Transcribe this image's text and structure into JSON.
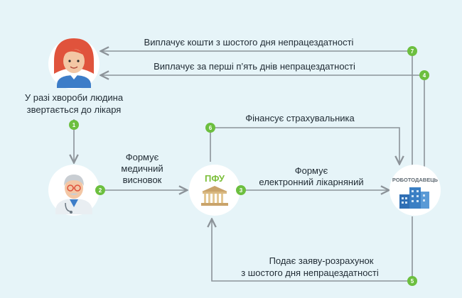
{
  "colors": {
    "background": "#e6f4f8",
    "arrow": "#8c9399",
    "step_badge": "#6cbf3f",
    "node_circle": "#ffffff",
    "pfu_text": "#7cbf3a",
    "building": "#3a7fc4"
  },
  "person": {
    "caption_line1": "У разі хвороби людина",
    "caption_line2": "звертається до лікаря"
  },
  "pfu": {
    "label": "ПФУ"
  },
  "employer": {
    "label": "РОБОТОДАВЕЦЬ"
  },
  "steps": {
    "s1": {
      "number": "1"
    },
    "s2": {
      "number": "2",
      "line1": "Формує",
      "line2": "медичний",
      "line3": "висновок"
    },
    "s3": {
      "number": "3",
      "line1": "Формує",
      "line2": "електронний лікарняний"
    },
    "s4": {
      "number": "4",
      "line1": "Виплачує за перші п’ять днів непрацездатності"
    },
    "s5": {
      "number": "5",
      "line1": "Подає заяву-розрахунок",
      "line2": "з шостого дня непрацездатності"
    },
    "s6": {
      "number": "6",
      "line1": "Фінансує страхувальника"
    },
    "s7": {
      "number": "7",
      "line1": "Виплачує кошти з шостого дня непрацездатності"
    }
  }
}
